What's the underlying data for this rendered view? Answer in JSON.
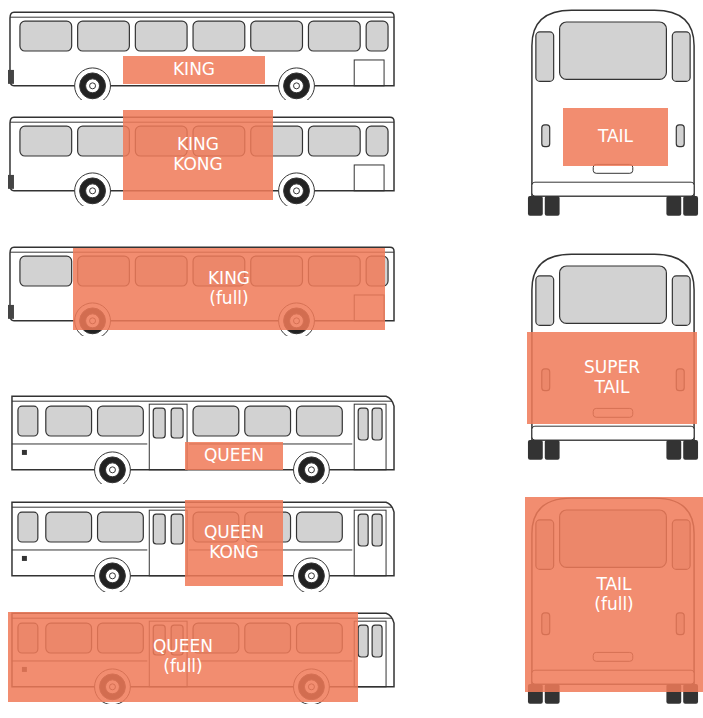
{
  "diagram": {
    "nodes": [
      {
        "text": [
          "KING"
        ]
      },
      {
        "text": [
          "TAIL"
        ]
      },
      {
        "text": [
          "KING KONG"
        ]
      },
      {
        "text": [
          "SUPER TAIL"
        ]
      },
      {
        "text": [
          "KING (full)"
        ]
      },
      {
        "text": [
          "TAIL (full)"
        ]
      },
      {
        "text": [
          "QUEEN"
        ]
      },
      {
        "text": [
          "QUEEN KONG"
        ]
      },
      {
        "text": [
          "QUEEN (full)"
        ]
      }
    ]
  }
}
